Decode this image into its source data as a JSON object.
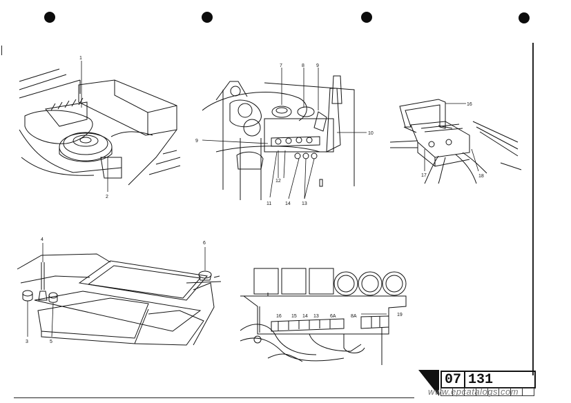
{
  "document": {
    "page_code_left": "07",
    "page_code_right": "131",
    "watermark": "www.epcatalogs.com"
  },
  "figures": {
    "fig_top_left": {
      "callouts": [
        "1",
        "2"
      ]
    },
    "fig_top_center": {
      "callouts": [
        "7",
        "8",
        "9",
        "9",
        "10",
        "11",
        "12",
        "14",
        "13"
      ]
    },
    "fig_top_right": {
      "callouts": [
        "16",
        "17",
        "18"
      ]
    },
    "fig_bottom_left": {
      "callouts": [
        "4",
        "6",
        "3",
        "5"
      ]
    },
    "fig_bottom_center": {
      "callouts": [
        "19"
      ],
      "fuse_labels": [
        "16",
        "15",
        "14",
        "13",
        "6A",
        "8A"
      ]
    }
  }
}
